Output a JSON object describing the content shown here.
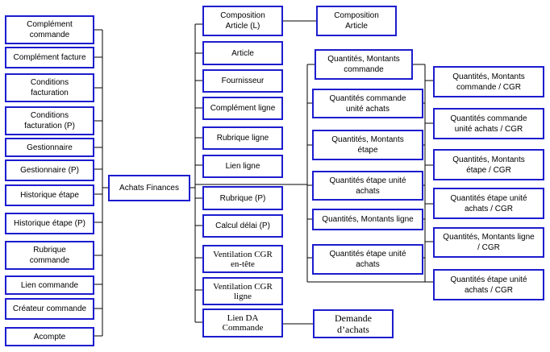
{
  "center": "Achats Finances",
  "left_nodes": [
    "Complément\ncommande",
    "Complément facture",
    "Conditions\nfacturation",
    "Conditions\nfacturation (P)",
    "Gestionnaire",
    "Gestionnaire (P)",
    "Historique étape",
    "Historique étape (P)",
    "Rubrique\ncommande",
    "Lien commande",
    "Créateur commande",
    "Acompte"
  ],
  "middle_nodes": [
    "Composition\nArticle (L)",
    "Article",
    "Fournisseur",
    "Complément ligne",
    "Rubrique ligne",
    "Lien ligne",
    "Rubrique (P)",
    "Calcul délai (P)",
    "Ventilation CGR\nen-tête",
    "Ventilation CGR\nligne",
    "Lien DA\nCommande"
  ],
  "composition_child": "Composition\nArticle",
  "da_child": "Demande\nd’achats",
  "quantity_nodes": [
    "Quantités, Montants\ncommande",
    "Quantités commande\nunité achats",
    "Quantités, Montants\nétape",
    "Quantités étape unité\nachats",
    "Quantités, Montants ligne",
    "Quantités étape unité\nachats"
  ],
  "cgr_nodes": [
    "Quantités, Montants\ncommande / CGR",
    "Quantités commande\nunité achats / CGR",
    "Quantités, Montants\nétape / CGR",
    "Quantités étape unité\nachats / CGR",
    "Quantités, Montants ligne\n/ CGR",
    "Quantités étape unité\nachats / CGR"
  ],
  "colors": {
    "box_border": "#1c1ccf",
    "connector": "#000000",
    "text": "#000000"
  }
}
